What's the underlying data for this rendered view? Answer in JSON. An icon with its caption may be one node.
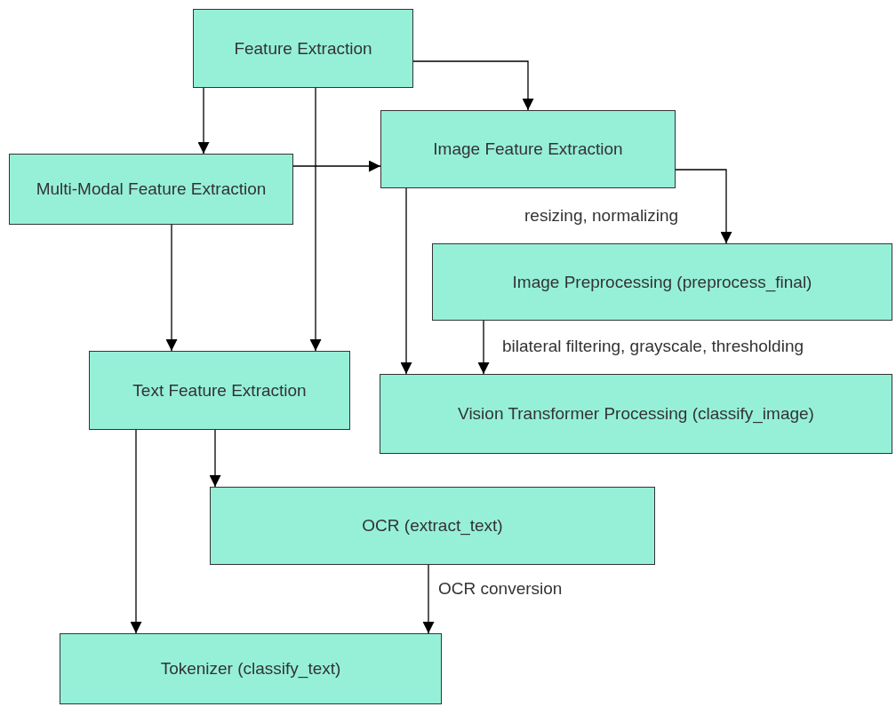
{
  "diagram": {
    "nodes": [
      {
        "text": [
          "Feature Extraction"
        ]
      },
      {
        "text": [
          "Image Feature Extraction"
        ]
      },
      {
        "text": [
          "Multi-Modal Feature Extraction"
        ]
      },
      {
        "text": [
          "Image Preprocessing (preprocess_final)"
        ]
      },
      {
        "text": [
          "Text Feature Extraction"
        ]
      },
      {
        "text": [
          "Vision Transformer Processing (classify_image)"
        ]
      },
      {
        "text": [
          "OCR (extract_text)"
        ]
      },
      {
        "text": [
          "Tokenizer (classify_text)"
        ]
      }
    ],
    "edges": [
      {
        "from": 0,
        "to": 2,
        "arrow": "to"
      },
      {
        "from": 0,
        "to": 1,
        "arrow": "to"
      },
      {
        "from": 0,
        "to": 4,
        "arrow": "to"
      },
      {
        "from": 2,
        "to": 1,
        "arrow": "to"
      },
      {
        "from": 2,
        "to": 4,
        "arrow": "to"
      },
      {
        "from": 1,
        "to": 3,
        "label": "resizing, normalizing",
        "arrow": "to"
      },
      {
        "from": 1,
        "to": 5,
        "arrow": "to"
      },
      {
        "from": 3,
        "to": 5,
        "label": "bilateral filtering, grayscale, thresholding",
        "arrow": "to"
      },
      {
        "from": 4,
        "to": 6,
        "arrow": "to"
      },
      {
        "from": 4,
        "to": 7,
        "arrow": "to"
      },
      {
        "from": 6,
        "to": 7,
        "label": "OCR conversion",
        "arrow": "to"
      }
    ]
  }
}
